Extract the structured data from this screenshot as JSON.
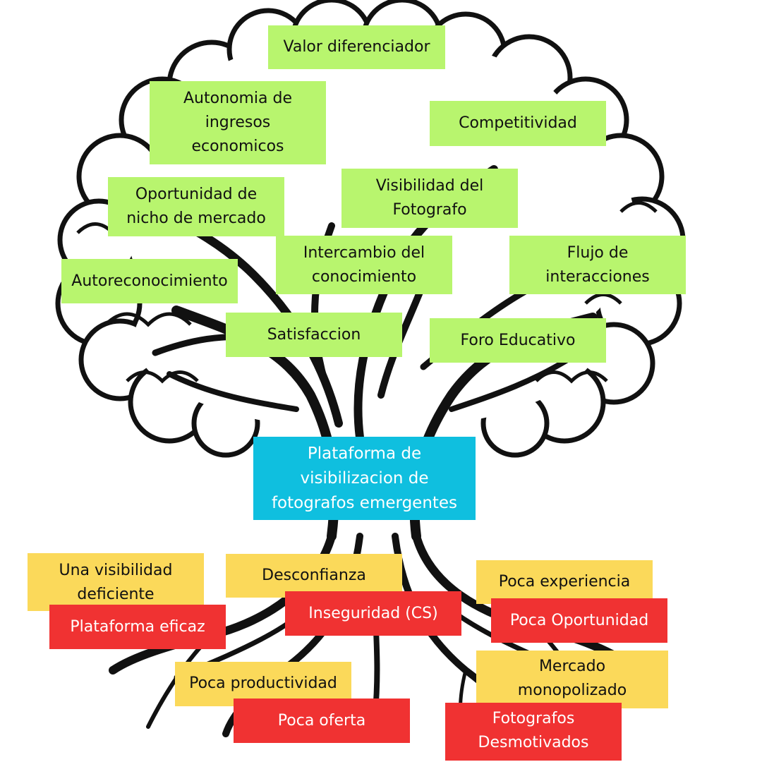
{
  "colors": {
    "fruit": "#b8f56e",
    "problem": "#0fbfdf",
    "cause": "#fbd95a",
    "root": "#f03232"
  },
  "fruits": [
    "Valor diferenciador",
    "Autonomia de ingresos economicos",
    "Competitividad",
    "Oportunidad de nicho de mercado",
    "Visibilidad del Fotografo",
    "Intercambio del conocimiento",
    "Flujo de interacciones",
    "Autoreconocimiento",
    "Satisfaccion",
    "Foro Educativo"
  ],
  "core_problem": "Plataforma de visibilizacion de fotografos emergentes",
  "causes": [
    "Una visibilidad deficiente",
    "Desconfianza",
    "Poca experiencia",
    "Poca productividad",
    "Mercado monopolizado"
  ],
  "root_causes": [
    "Plataforma eficaz",
    "Inseguridad (CS)",
    "Poca Oportunidad",
    "Poca oferta",
    "Fotografos Desmotivados"
  ]
}
